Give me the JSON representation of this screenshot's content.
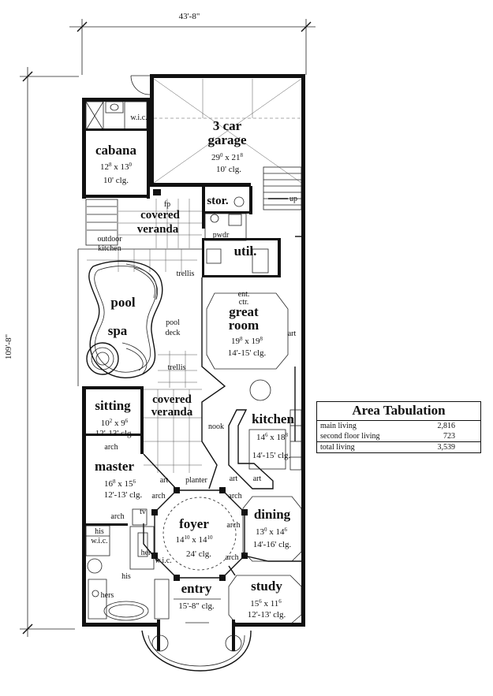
{
  "dimensions": {
    "overall_width": "43'-8\"",
    "overall_depth": "109'-8\""
  },
  "rooms": {
    "garage": {
      "name1": "3 car",
      "name2": "garage",
      "w": "29",
      "wsup": "0",
      "h": "21",
      "hsup": "8",
      "clg": "10' clg."
    },
    "cabana": {
      "name": "cabana",
      "w": "12",
      "wsup": "8",
      "h": "13",
      "hsup": "0",
      "clg": "10' clg.",
      "wic": "w.i.c."
    },
    "stor": {
      "name": "stor."
    },
    "up": {
      "label": "up"
    },
    "fp": {
      "label": "fp"
    },
    "veranda_top": {
      "name1": "covered",
      "name2": "veranda"
    },
    "outdoor_kitchen": {
      "line1": "outdoor",
      "line2": "kitchen"
    },
    "pwdr": {
      "label": "pwdr"
    },
    "util": {
      "name": "util."
    },
    "trellis_top": {
      "label": "trellis"
    },
    "trellis_bottom": {
      "label": "trellis"
    },
    "pool": {
      "name": "pool"
    },
    "spa": {
      "name": "spa"
    },
    "pool_deck": {
      "line1": "pool",
      "line2": "deck"
    },
    "great_room": {
      "ent1": "ent.",
      "ent2": "ctr.",
      "name1": "great",
      "name2": "room",
      "w": "19",
      "wsup": "8",
      "h": "19",
      "hsup": "8",
      "clg": "14'-15' clg.",
      "art": "art"
    },
    "sitting": {
      "name": "sitting",
      "w": "10",
      "wsup": "2",
      "h": "9",
      "hsup": "6",
      "clg": "12'-13' clg."
    },
    "veranda_bottom": {
      "name1": "covered",
      "name2": "veranda"
    },
    "kitchen": {
      "name": "kitchen",
      "w": "14",
      "wsup": "6",
      "h": "18",
      "hsup": "8",
      "clg": "14'-15' clg."
    },
    "nook": {
      "name": "nook"
    },
    "master": {
      "name": "master",
      "w": "16",
      "wsup": "8",
      "h": "15",
      "hsup": "6",
      "clg": "12'-13' clg."
    },
    "planter": {
      "label": "planter"
    },
    "art_labels": {
      "a1": "art",
      "a2": "art",
      "a3": "art"
    },
    "arch_labels": {
      "a1": "arch",
      "a2": "arch",
      "a3": "arch",
      "a4": "arch",
      "a5": "arch",
      "a6": "arch"
    },
    "foyer": {
      "name": "foyer",
      "w": "14",
      "wsup": "10",
      "h": "14",
      "hsup": "10",
      "clg": "24' clg."
    },
    "dining": {
      "name": "dining",
      "w": "13",
      "wsup": "0",
      "h": "14",
      "hsup": "6",
      "clg": "14'-16' clg."
    },
    "tv": {
      "label": "tv"
    },
    "his_wic": {
      "line1": "his",
      "line2": "w.i.c."
    },
    "her_wic": {
      "line1": "her",
      "line2": "w.i.c."
    },
    "his": {
      "label": "his"
    },
    "hers": {
      "label": "hers"
    },
    "entry": {
      "name": "entry",
      "clg": "15'-8\" clg."
    },
    "study": {
      "name": "study",
      "w": "15",
      "wsup": "6",
      "h": "11",
      "hsup": "6",
      "clg": "12'-13' clg."
    }
  },
  "area_tabulation": {
    "title": "Area Tabulation",
    "rows": [
      {
        "label": "main living",
        "value": "2,816"
      },
      {
        "label": "second floor living",
        "value": "723"
      },
      {
        "label": "total living",
        "value": "3,539"
      }
    ]
  }
}
